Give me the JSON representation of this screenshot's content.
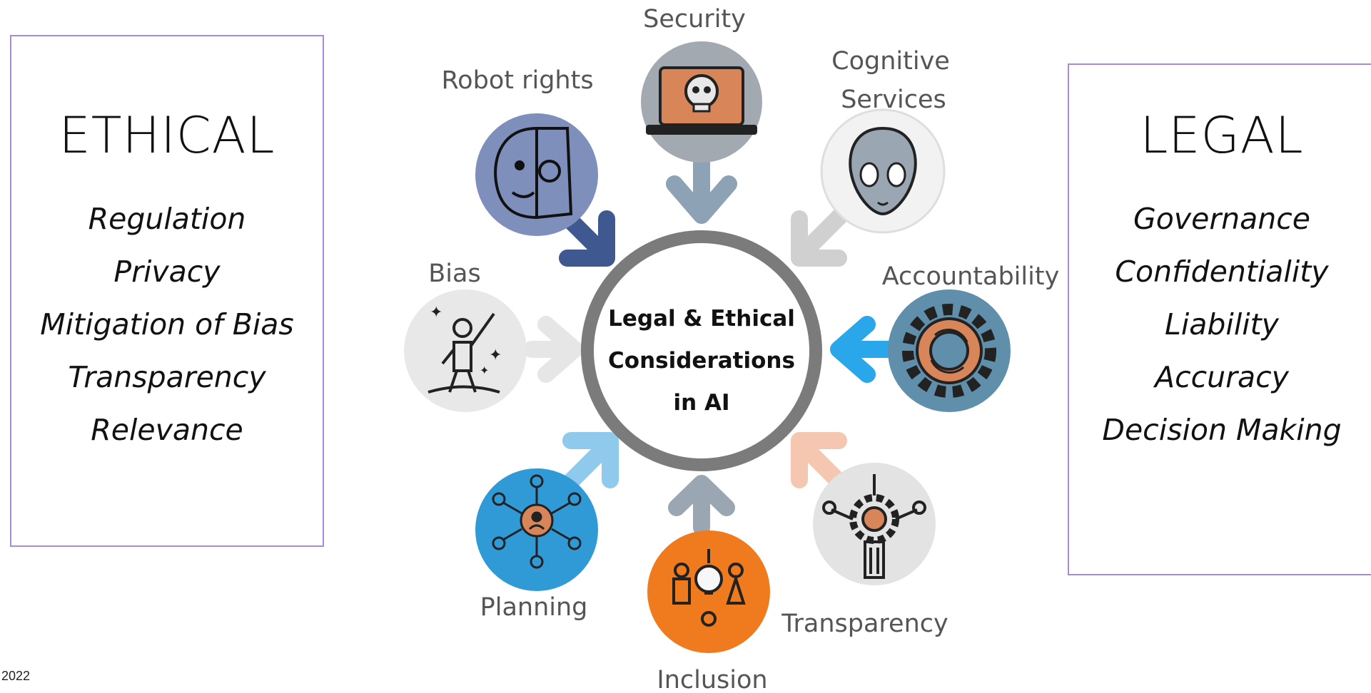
{
  "ethical": {
    "title": "ETHICAL",
    "items": [
      "Regulation",
      "Privacy",
      "Mitigation of Bias",
      "Transparency",
      "Relevance"
    ]
  },
  "legal": {
    "title": "LEGAL",
    "items": [
      "Governance",
      "Confidentiality",
      "Liability",
      "Accuracy",
      "Decision Making"
    ]
  },
  "center": {
    "line1": "Legal & Ethical",
    "line2": "Considerations",
    "line3": "in AI"
  },
  "nodes": {
    "security": {
      "label": "Security",
      "icon": "skull-laptop-icon",
      "color": "#9aa2ab"
    },
    "robot_rights": {
      "label": "Robot rights",
      "icon": "robot-face-icon",
      "color": "#7f8fb8"
    },
    "cognitive": {
      "line1": "Cognitive",
      "line2": "Services",
      "icon": "alien-icon",
      "color": "#f0f0f0"
    },
    "bias": {
      "label": "Bias",
      "icon": "person-stars-icon",
      "color": "#e6e6e6"
    },
    "accountability": {
      "label": "Accountability",
      "icon": "gear-cycle-icon",
      "color": "#5f8fa8"
    },
    "planning": {
      "label": "Planning",
      "icon": "people-network-icon",
      "color": "#2f9ad6"
    },
    "inclusion": {
      "label": "Inclusion",
      "icon": "people-idea-icon",
      "color": "#f07a1e"
    },
    "transparency": {
      "label": "Transparency",
      "icon": "gear-tools-icon",
      "color": "#e3e3e3"
    }
  },
  "footer": {
    "year": "2022"
  }
}
